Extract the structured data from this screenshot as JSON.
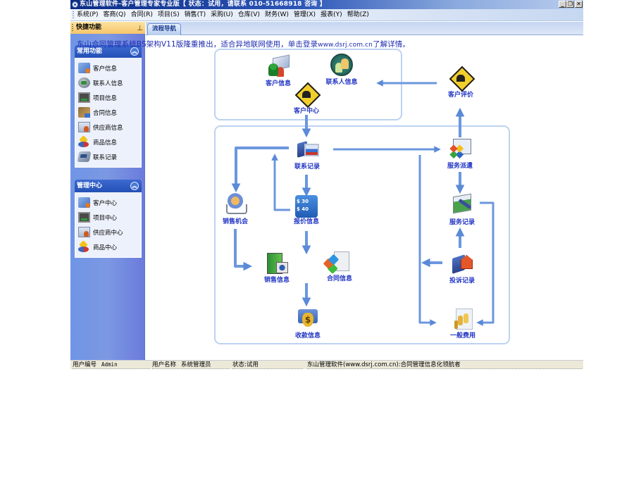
{
  "window": {
    "title": "东山管理软件-客户管理专家专业版【 状态：试用，请联系 010-51668918 咨询 】",
    "controls": {
      "minimize": "_",
      "restore": "❐",
      "close": "✕"
    }
  },
  "menu": {
    "items": [
      {
        "label": "系统(P)"
      },
      {
        "label": "客商(Q)"
      },
      {
        "label": "合同(R)"
      },
      {
        "label": "项目(S)"
      },
      {
        "label": "销售(T)"
      },
      {
        "label": "采购(U)"
      },
      {
        "label": "仓库(V)"
      },
      {
        "label": "财务(W)"
      },
      {
        "label": "管理(X)"
      },
      {
        "label": "报表(Y)"
      },
      {
        "label": "帮助(Z)"
      }
    ]
  },
  "shortcut_panel": {
    "title": "快捷功能",
    "pin_icon": "pin-icon",
    "groups": [
      {
        "title": "常用功能",
        "collapse_icon": "chevron-double-up-icon",
        "items": [
          {
            "label": "客户信息",
            "icon": "customer-icon"
          },
          {
            "label": "联系人信息",
            "icon": "contact-icon"
          },
          {
            "label": "项目信息",
            "icon": "project-icon"
          },
          {
            "label": "合同信息",
            "icon": "contract-icon"
          },
          {
            "label": "供应商信息",
            "icon": "supplier-icon"
          },
          {
            "label": "商品信息",
            "icon": "product-icon"
          },
          {
            "label": "联系记录",
            "icon": "contact-record-icon"
          }
        ]
      },
      {
        "title": "管理中心",
        "collapse_icon": "chevron-double-up-icon",
        "items": [
          {
            "label": "客户中心",
            "icon": "customer-icon"
          },
          {
            "label": "项目中心",
            "icon": "project-icon"
          },
          {
            "label": "供应商中心",
            "icon": "supplier-icon"
          },
          {
            "label": "商品中心",
            "icon": "product-icon"
          }
        ]
      }
    ]
  },
  "main": {
    "tabs": [
      {
        "label": "流程导航",
        "active": true
      }
    ],
    "banner": {
      "text": "东山合同管理系统BS架构V11版隆重推出，适合异地联网使用，单击登录",
      "url": "www.dsrj.com.cn",
      "suffix": "了解详情。"
    },
    "flow": {
      "nodes": {
        "customer_info": {
          "label": "客户信息",
          "icon": "customer-info-icon"
        },
        "contact_info": {
          "label": "联系人信息",
          "icon": "contact-info-icon"
        },
        "customer_center": {
          "label": "客户中心",
          "icon": "customer-center-icon"
        },
        "customer_evaluation": {
          "label": "客户评价",
          "icon": "customer-evaluation-icon"
        },
        "contact_record": {
          "label": "联系记录",
          "icon": "contact-record-icon"
        },
        "service_dispatch": {
          "label": "服务派遣",
          "icon": "service-dispatch-icon"
        },
        "sales_opportunity": {
          "label": "销售机会",
          "icon": "shopping-cart-icon"
        },
        "quotation": {
          "label": "报价信息",
          "icon": "price-tag-icon"
        },
        "service_record": {
          "label": "服务记录",
          "icon": "service-tools-icon"
        },
        "sales_info": {
          "label": "销售信息",
          "icon": "sales-info-icon"
        },
        "contract_info": {
          "label": "合同信息",
          "icon": "contract-document-icon"
        },
        "complaint_record": {
          "label": "投诉记录",
          "icon": "complaint-icon"
        },
        "payment_info": {
          "label": "收款信息",
          "icon": "money-bag-icon"
        },
        "general_expense": {
          "label": "一般费用",
          "icon": "expense-coins-icon"
        }
      }
    }
  },
  "statusbar": {
    "user_id_label": "用户编号",
    "user_id": "Admin",
    "user_name_label": "用户名称",
    "user_name": "系统管理员",
    "status": "状态:试用",
    "company": "东山管理软件(www.dsrj.com.cn):合同管理信息化领航者"
  },
  "colors": {
    "title_bar": "#0b2c86",
    "accent_blue": "#2451b5",
    "link_text": "#2236c4",
    "panel_header": "#f7c56a",
    "arrow": "#5a8ad8"
  }
}
